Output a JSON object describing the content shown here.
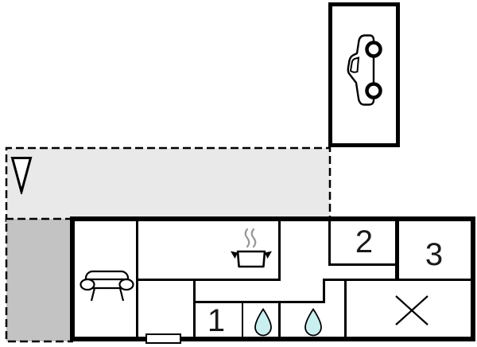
{
  "floorplan": {
    "type": "property-floor-plan",
    "rooms": {
      "room_1": {
        "label": "1"
      },
      "room_2": {
        "label": "2"
      },
      "room_3": {
        "label": "3"
      }
    },
    "icons": {
      "garage": "car-icon",
      "living_area": "sofa-icon",
      "kitchen": "cooking-pot-icon",
      "kitchen_steam": "steam-icon",
      "bath_1": "water-drop-icon",
      "bath_2": "water-drop-icon",
      "unavailable_room": "cross-icon",
      "terrace_marker": "triangle-marker-icon",
      "entrance": "door-rect"
    },
    "colors": {
      "background": "#ffffff",
      "walls": "#000000",
      "terrace_fill": "#e9e9e9",
      "patio_fill": "#c3c3c3",
      "water_drop_fill": "#c9efef",
      "steam": "#999999"
    }
  }
}
